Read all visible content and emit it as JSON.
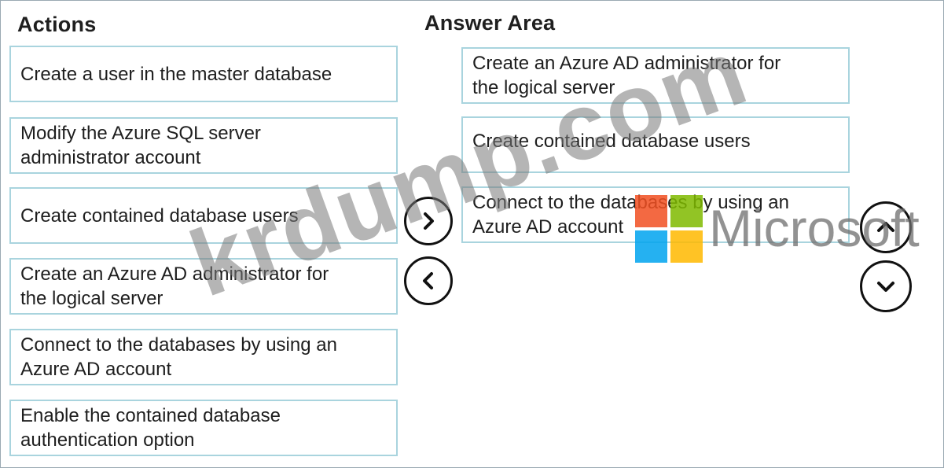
{
  "actions": {
    "heading": "Actions",
    "items": [
      {
        "lines": [
          "Create a user in the master database"
        ]
      },
      {
        "lines": [
          "Modify the Azure SQL server",
          "administrator account"
        ]
      },
      {
        "lines": [
          "Create contained database users"
        ]
      },
      {
        "lines": [
          "Create an Azure AD administrator for",
          "the logical server"
        ]
      },
      {
        "lines": [
          "Connect to the databases by using an",
          "Azure AD account"
        ]
      },
      {
        "lines": [
          "Enable the contained database",
          "authentication option"
        ]
      }
    ]
  },
  "answer_area": {
    "heading": "Answer Area",
    "items": [
      {
        "lines": [
          "Create an Azure AD administrator for",
          "the logical server"
        ]
      },
      {
        "lines": [
          "Create contained database users"
        ]
      },
      {
        "lines": [
          "Connect to the databases by using an",
          "Azure AD account"
        ]
      }
    ]
  },
  "controls": {
    "move_right_icon": "chevron-right-icon",
    "move_left_icon": "chevron-left-icon",
    "move_up_icon": "chevron-up-icon",
    "move_down_icon": "chevron-down-icon"
  },
  "watermark": {
    "text": "krdump.com",
    "brand": "Microsoft"
  },
  "colors": {
    "card_border": "#a9d4de",
    "ms_red": "#f25022",
    "ms_green": "#7fba00",
    "ms_blue": "#00a4ef",
    "ms_yellow": "#ffb900"
  }
}
